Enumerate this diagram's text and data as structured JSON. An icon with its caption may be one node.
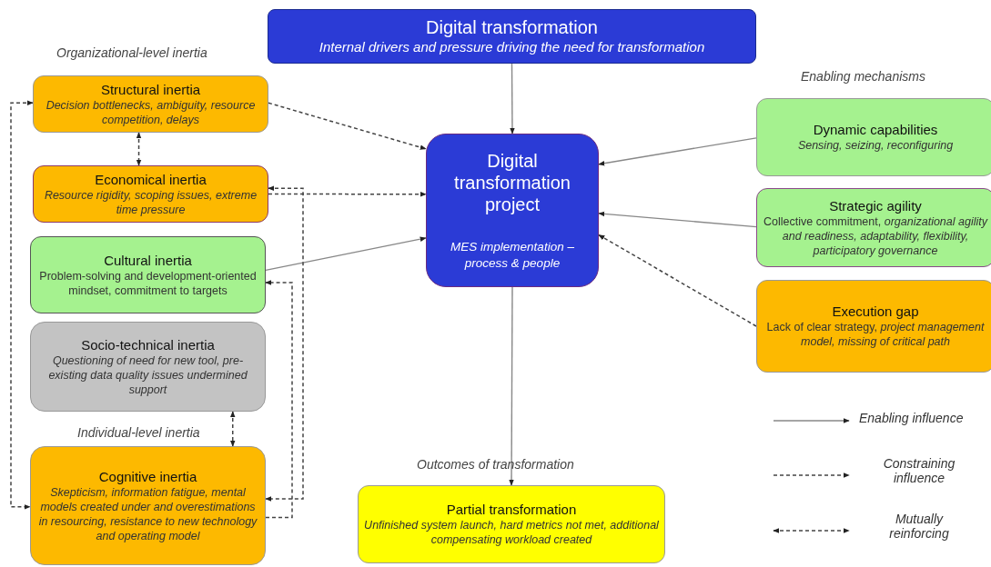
{
  "diagram": {
    "nodes": [
      {
        "text": [
          "Digital transformation",
          "Internal drivers and pressure driving the need for transformation"
        ]
      },
      {
        "text": [
          "Digital transformation project",
          "MES implementation – process & people"
        ]
      },
      {
        "text": [
          "Structural inertia",
          "Decision bottlenecks, ambiguity, resource competition, delays"
        ]
      },
      {
        "text": [
          "Economical inertia",
          "Resource rigidity, scoping issues, extreme time pressure"
        ]
      },
      {
        "text": [
          "Cultural inertia",
          "Problem-solving and development-oriented mindset, commitment to targets"
        ]
      },
      {
        "text": [
          "Socio-technical inertia",
          "Questioning of need for new tool, pre-existing data quality issues undermined support"
        ]
      },
      {
        "text": [
          "Cognitive inertia",
          "Skepticism, information fatigue, mental models created under and overestimations in resourcing, resistance to new technology and operating model"
        ]
      },
      {
        "text": [
          "Dynamic capabilities",
          "Sensing, seizing, reconfiguring"
        ]
      },
      {
        "text": [
          "Strategic agility",
          "Collective commitment, *organizational agility and readiness, adaptability, flexibility, participatory governance*"
        ]
      },
      {
        "text": [
          "Execution gap",
          "Lack of clear strategy, *project management model, missing of critical path*"
        ]
      },
      {
        "text": [
          "Partial transformation",
          "Unfinished system launch, hard metrics not met, additional compensating workload created"
        ]
      }
    ],
    "edges": [
      {
        "from": 0,
        "to": 1,
        "arrow": "to"
      },
      {
        "from": 2,
        "to": 1,
        "arrow": "to",
        "style": "dashed"
      },
      {
        "from": 3,
        "to": 1,
        "arrow": "to",
        "style": "dashed"
      },
      {
        "from": 4,
        "to": 1,
        "arrow": "to"
      },
      {
        "from": 2,
        "to": 3,
        "arrow": "both",
        "style": "dashed"
      },
      {
        "from": 5,
        "to": 6,
        "arrow": "both",
        "style": "dashed"
      },
      {
        "from": 2,
        "to": 6,
        "arrow": "both",
        "style": "dashed"
      },
      {
        "from": 3,
        "to": 6,
        "arrow": "both",
        "style": "dashed"
      },
      {
        "from": 6,
        "to": 4,
        "arrow": "to",
        "style": "dashed"
      },
      {
        "from": 7,
        "to": 1,
        "arrow": "to"
      },
      {
        "from": 8,
        "to": 1,
        "arrow": "to"
      },
      {
        "from": 9,
        "to": 1,
        "arrow": "to",
        "style": "dashed"
      },
      {
        "from": 1,
        "to": 10,
        "arrow": "to"
      }
    ],
    "labels": [
      "Organizational-level inertia",
      "Enabling mechanisms",
      "Individual-level inertia",
      "Outcomes of transformation"
    ],
    "legend": [
      {
        "text": "Enabling influence"
      },
      {
        "text": "Constraining influence"
      },
      {
        "text": "Mutually reinforcing"
      }
    ]
  }
}
